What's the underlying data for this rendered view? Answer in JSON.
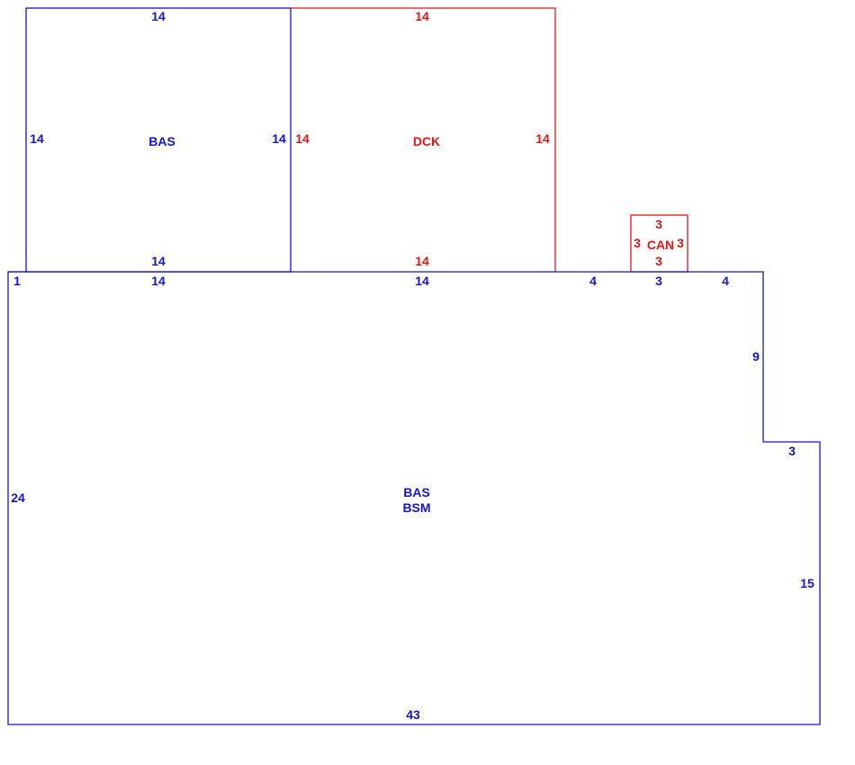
{
  "colors": {
    "blue": "#1515c8",
    "red": "#e01515",
    "background": "#ffffff"
  },
  "areas": {
    "bas_upper": {
      "label": "BAS",
      "color": "blue"
    },
    "dck": {
      "label": "DCK",
      "color": "red"
    },
    "can": {
      "label": "CAN",
      "color": "red"
    },
    "main": {
      "label_line1": "BAS",
      "label_line2": "BSM",
      "color": "blue"
    }
  },
  "dimensions": {
    "bas_upper": {
      "top": "14",
      "left": "14",
      "right": "14",
      "bottom": "14"
    },
    "dck": {
      "top": "14",
      "left": "14",
      "right": "14",
      "bottom": "14"
    },
    "can": {
      "top": "3",
      "left": "3",
      "right": "3",
      "bottom": "3"
    },
    "main": {
      "top_left": "1",
      "top_segment_1": "14",
      "top_segment_2": "14",
      "top_segment_3": "4",
      "top_segment_4": "3",
      "top_segment_5": "4",
      "right_upper": "9",
      "step": "3",
      "right_lower": "15",
      "bottom": "43",
      "left": "24"
    }
  }
}
